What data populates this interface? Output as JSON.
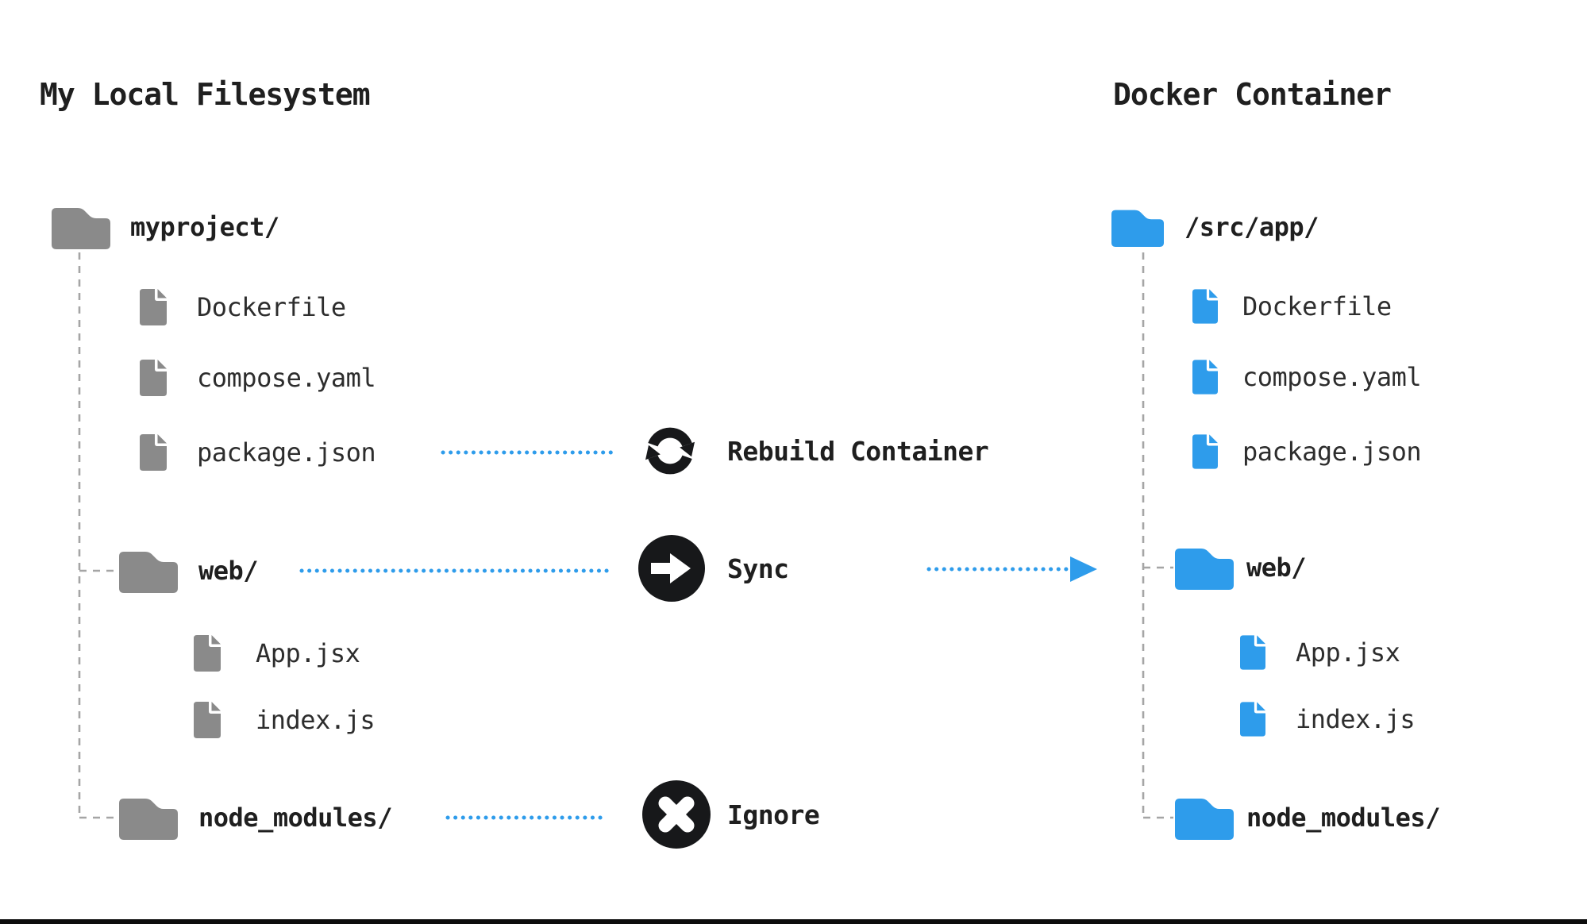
{
  "colors": {
    "accent_blue": "#2e9ceb",
    "icon_gray": "#8a8a8a",
    "connector_gray": "#a5a5a5",
    "icon_black": "#17181a",
    "text": "#1f1f1f",
    "text_soft": "#2d2d2d",
    "background": "#ffffff",
    "footer_bar": "#0d0d0d"
  },
  "local": {
    "title": "My Local Filesystem",
    "root": {
      "label": "myproject/",
      "icon": "folder-icon"
    },
    "files": [
      {
        "label": "Dockerfile",
        "icon": "file-icon"
      },
      {
        "label": "compose.yaml",
        "icon": "file-icon"
      },
      {
        "label": "package.json",
        "icon": "file-icon"
      }
    ],
    "web_folder": {
      "label": "web/",
      "icon": "folder-icon"
    },
    "web_files": [
      {
        "label": "App.jsx",
        "icon": "file-icon"
      },
      {
        "label": "index.js",
        "icon": "file-icon"
      }
    ],
    "node_modules": {
      "label": "node_modules/",
      "icon": "folder-icon"
    }
  },
  "container": {
    "title": "Docker Container",
    "root": {
      "label": "/src/app/",
      "icon": "folder-icon"
    },
    "files": [
      {
        "label": "Dockerfile",
        "icon": "file-icon"
      },
      {
        "label": "compose.yaml",
        "icon": "file-icon"
      },
      {
        "label": "package.json",
        "icon": "file-icon"
      }
    ],
    "web_folder": {
      "label": "web/",
      "icon": "folder-icon"
    },
    "web_files": [
      {
        "label": "App.jsx",
        "icon": "file-icon"
      },
      {
        "label": "index.js",
        "icon": "file-icon"
      }
    ],
    "node_modules": {
      "label": "node_modules/",
      "icon": "folder-icon"
    }
  },
  "actions": {
    "rebuild": {
      "label": "Rebuild Container",
      "icon": "refresh-arrows-icon"
    },
    "sync": {
      "label": "Sync",
      "icon": "arrow-right-circle-icon"
    },
    "ignore": {
      "label": "Ignore",
      "icon": "x-circle-icon"
    }
  }
}
